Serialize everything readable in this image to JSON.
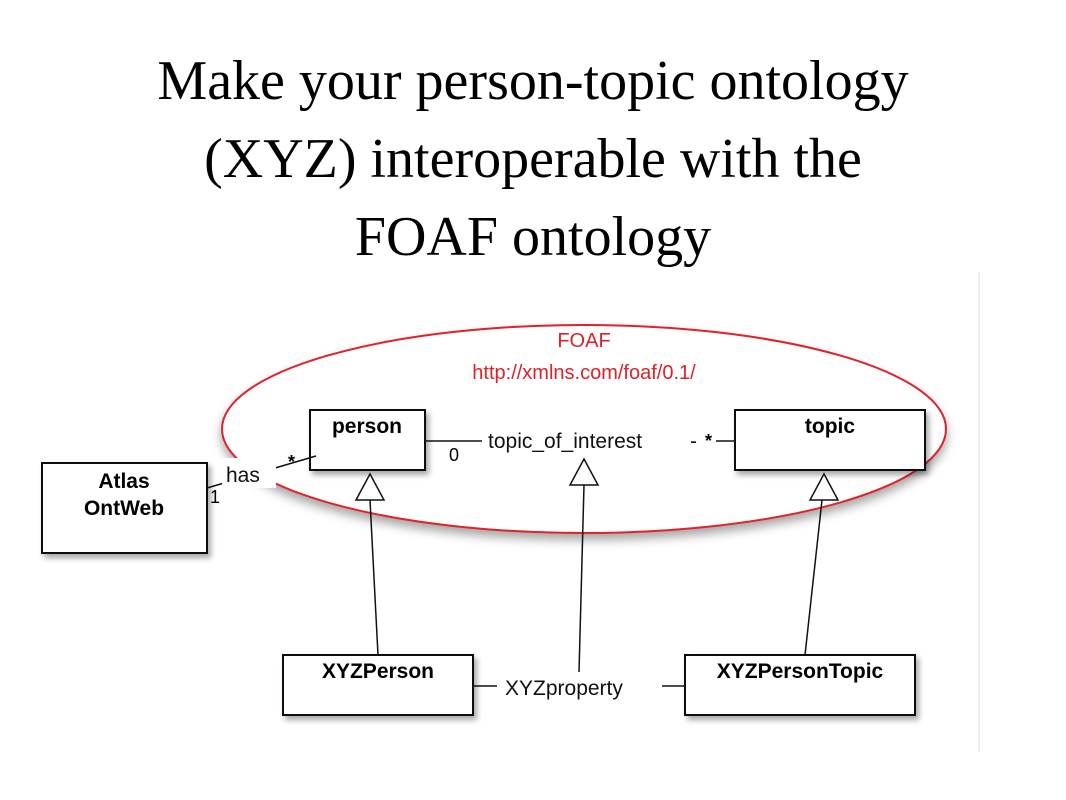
{
  "title": {
    "lines": [
      "Make your person-topic ontology",
      "(XYZ) interoperable with the",
      "FOAF ontology"
    ]
  },
  "namespace": {
    "name": "FOAF",
    "url": "http://xmlns.com/foaf/0.1/"
  },
  "classes": {
    "person": "person",
    "topic": "topic",
    "atlas_line1": "Atlas",
    "atlas_line2": "OntWeb",
    "xyz_person": "XYZPerson",
    "xyz_person_topic": "XYZPersonTopic"
  },
  "relations": {
    "topic_of_interest": "topic_of_interest",
    "has": "has",
    "xyz_property": "XYZproperty"
  },
  "multiplicities": {
    "person_side": "0",
    "topic_side": "*",
    "has_person_side": "*",
    "has_atlas_side": "1"
  },
  "colors": {
    "namespace_outline": "#e0202a",
    "namespace_text": "#e0202a",
    "class_border": "#111111"
  }
}
